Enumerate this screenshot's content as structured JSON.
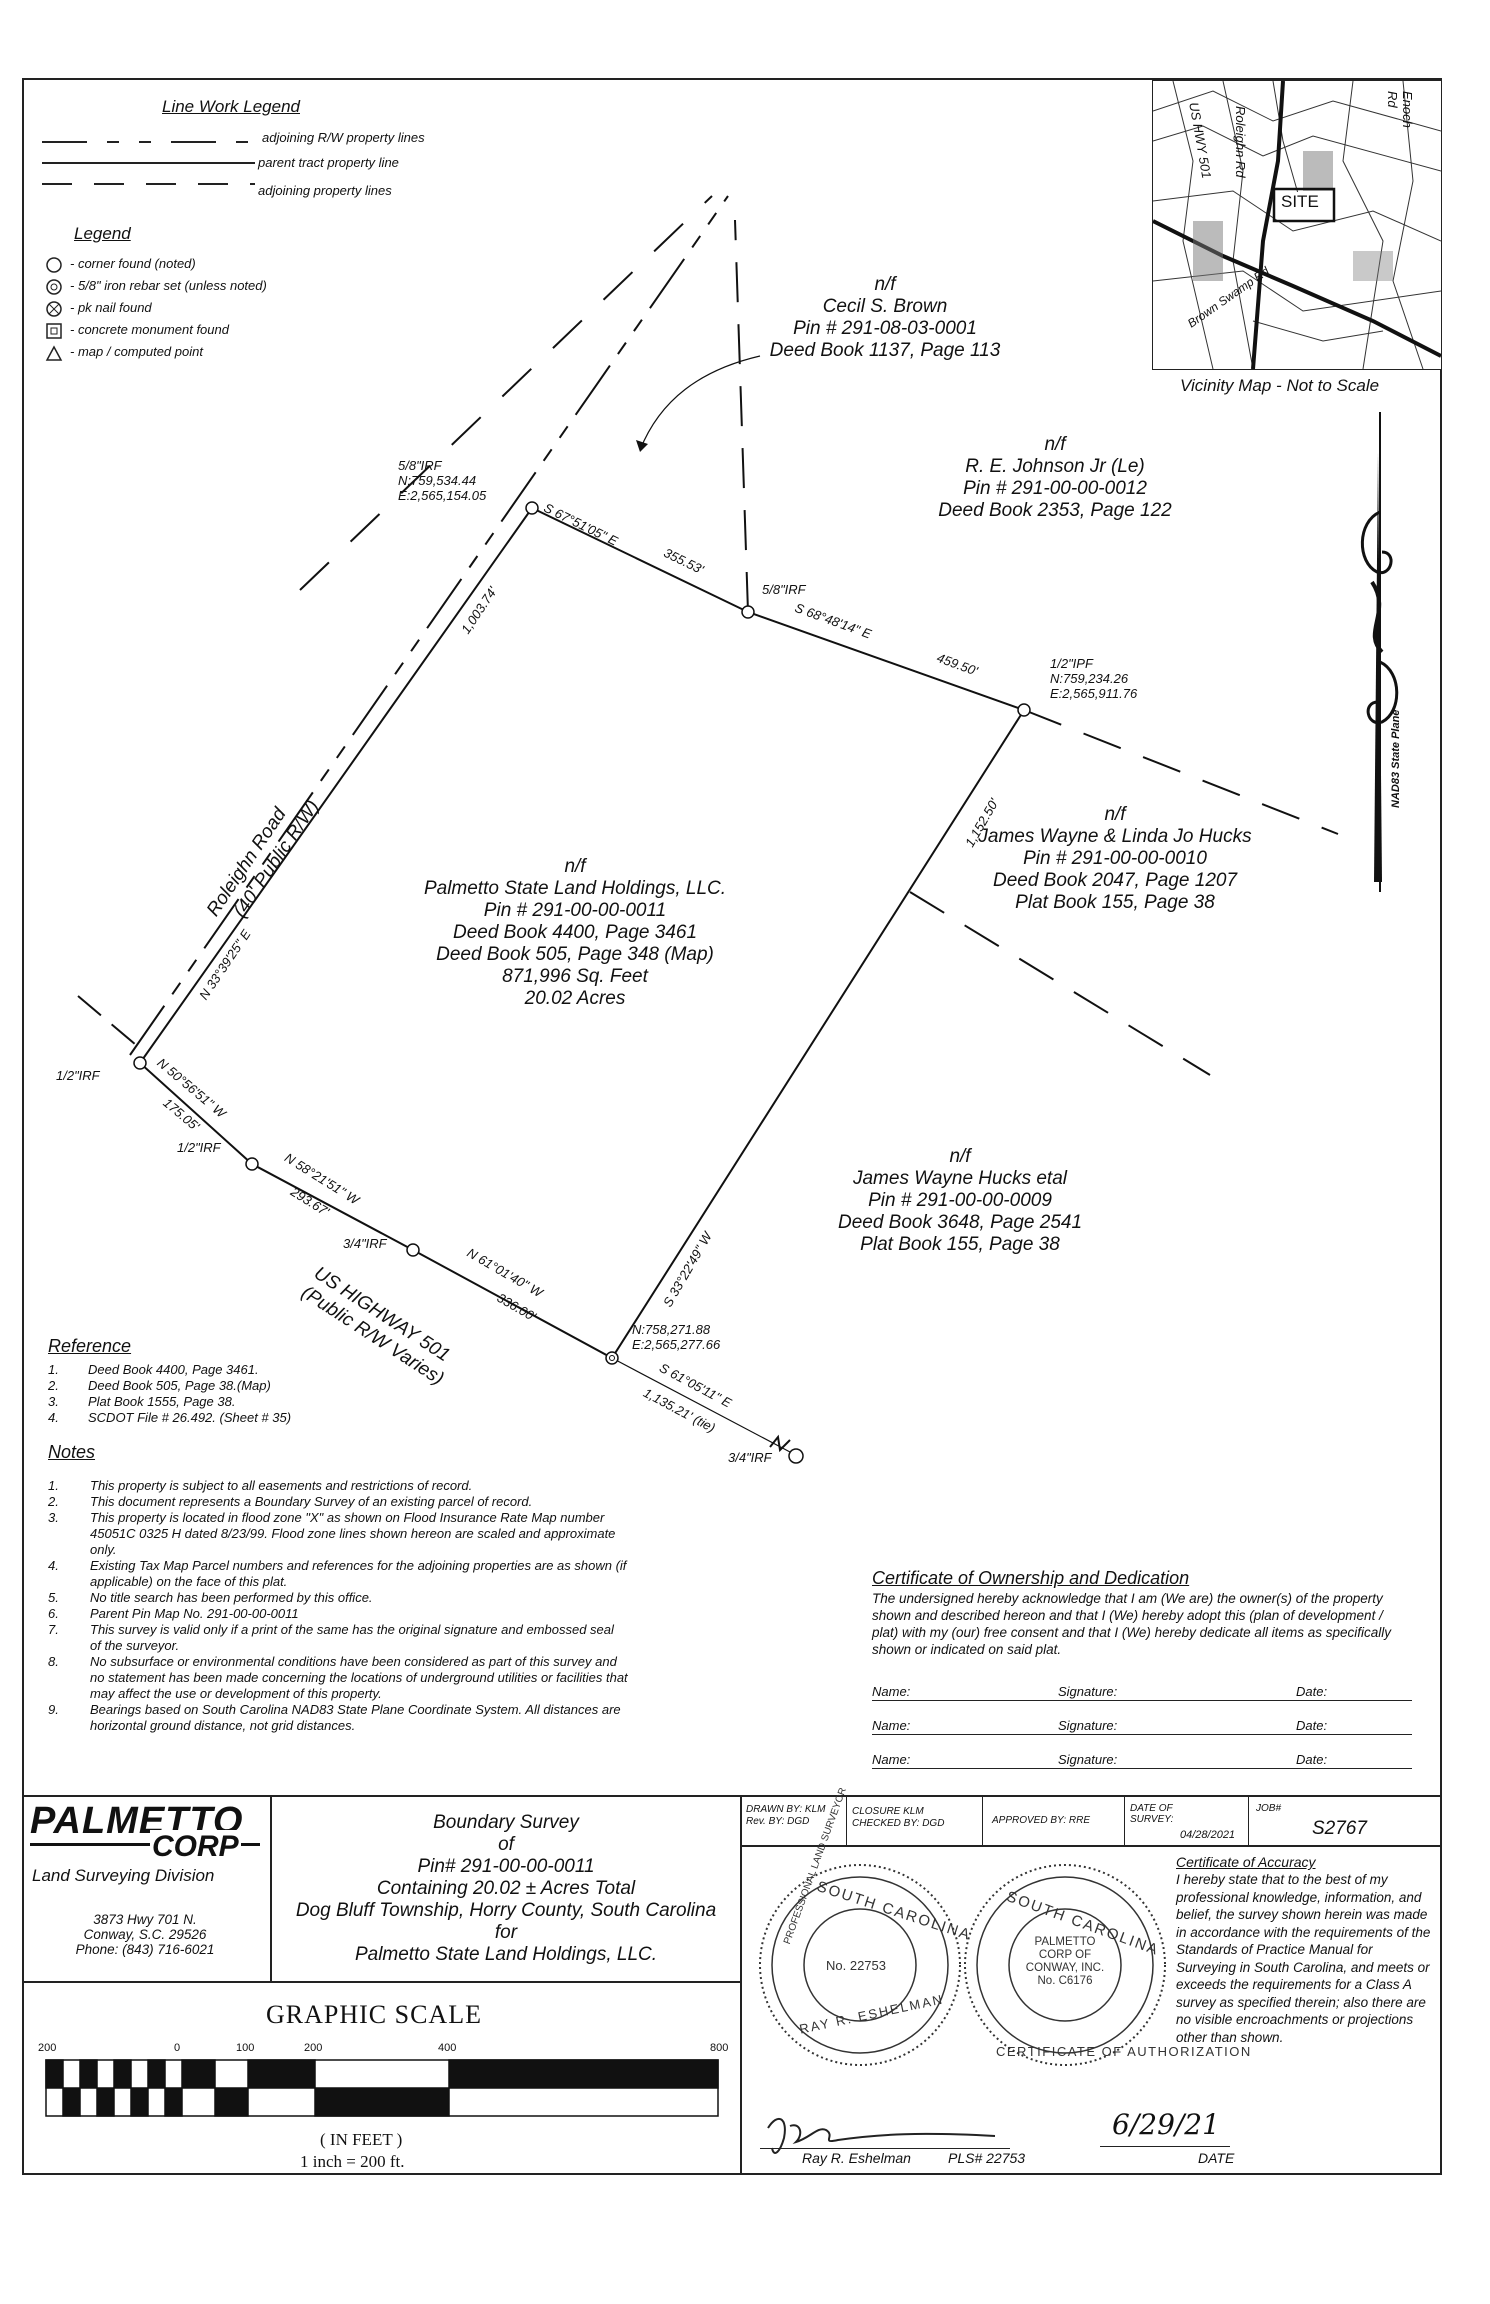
{
  "line_legend": {
    "title": "Line Work Legend",
    "items": [
      "adjoining R/W property lines",
      "parent tract property line",
      "adjoining property lines"
    ]
  },
  "symbol_legend": {
    "title": "Legend",
    "items": [
      "- corner found (noted)",
      "- 5/8\" iron rebar set (unless noted)",
      "- pk nail found",
      "- concrete monument found",
      "- map / computed point"
    ]
  },
  "vicinity_map": {
    "caption": "Vicinity Map - Not to Scale",
    "labels": [
      "Roleighn Rd",
      "Enoch Rd",
      "US HWY 501",
      "SITE",
      "Brown Swamp Rd"
    ]
  },
  "north_arrow": {
    "label": "NAD83 State Plane"
  },
  "owners": {
    "brown": [
      "n/f",
      "Cecil S. Brown",
      "Pin # 291-08-03-0001",
      "Deed Book 1137, Page 113"
    ],
    "johnson": [
      "n/f",
      "R. E. Johnson Jr (Le)",
      "Pin # 291-00-00-0012",
      "Deed Book 2353, Page 122"
    ],
    "hucks": [
      "n/f",
      "James Wayne & Linda Jo Hucks",
      "Pin # 291-00-00-0010",
      "Deed Book 2047, Page 1207",
      "Plat Book 155, Page 38"
    ],
    "subject": [
      "n/f",
      "Palmetto State Land Holdings, LLC.",
      "Pin # 291-00-00-0011",
      "Deed Book 4400, Page 3461",
      "Deed Book 505, Page 348 (Map)",
      "871,996 Sq. Feet",
      "20.02 Acres"
    ],
    "hucks_etal": [
      "n/f",
      "James Wayne Hucks etal",
      "Pin # 291-00-00-0009",
      "Deed Book 3648, Page 2541",
      "Plat Book 155, Page 38"
    ]
  },
  "points": {
    "nw": [
      "5/8\"IRF",
      "N:759,534.44",
      "E:2,565,154.05"
    ],
    "mid": [
      "5/8\"IRF"
    ],
    "ne": [
      "1/2\"IPF",
      "N:759,234.26",
      "E:2,565,911.76"
    ],
    "sw1": [
      "1/2\"IRF"
    ],
    "sw2": [
      "1/2\"IRF"
    ],
    "sw3": [
      "3/4\"IRF"
    ],
    "se": [
      "N:758,271.88",
      "E:2,565,277.66"
    ],
    "end": [
      "3/4\"IRF"
    ]
  },
  "bearings": {
    "b1": "S 67°51'05\" E",
    "d1": "355.53'",
    "b2": "S 68°48'14\" E",
    "d2": "459.50'",
    "d3": "1,152.50'",
    "b4": "S 33°22'49\" W",
    "b5": "N 61°01'40\" W",
    "d5": "336.00'",
    "b6": "N 58°21'51\" W",
    "d6": "293.67'",
    "b7": "N 50°56'51\" W",
    "d7": "175.05'",
    "b8": "N 33°39'25\" E",
    "d8": "1,003.74'",
    "b9": "S 61°05'11\" E",
    "d9": "1,135.21' (tie)"
  },
  "roads": {
    "roleighn": [
      "Roleighn Road",
      "(40' Public R/W)"
    ],
    "highway": [
      "US HIGHWAY 501",
      "(Public R/W Varies)"
    ]
  },
  "reference": {
    "title": "Reference",
    "items": [
      "Deed Book 4400, Page 3461.",
      "Deed Book 505, Page 38.(Map)",
      "Plat Book 1555, Page 38.",
      "SCDOT File # 26.492. (Sheet # 35)"
    ]
  },
  "notes": {
    "title": "Notes",
    "items": [
      "This property is subject to all easements and restrictions of record.",
      "This document represents a Boundary Survey of an existing parcel of record.",
      "This property is located in flood zone \"X\" as shown on Flood Insurance Rate Map number 45051C 0325 H dated 8/23/99. Flood zone lines shown hereon are scaled and approximate only.",
      "Existing Tax Map Parcel numbers and references for the adjoining properties are as shown (if applicable) on the face of this plat.",
      "No title search has been performed by this office.",
      "Parent Pin Map No. 291-00-00-0011",
      "This survey is valid only if a print of the same has the original signature and embossed seal of the surveyor.",
      "No subsurface or environmental conditions have been considered as part of this survey and no statement has been made concerning the locations of underground utilities or facilities that may affect the use or development of this property.",
      "Bearings based on South Carolina NAD83 State Plane Coordinate System. All distances are horizontal ground distance, not grid distances."
    ]
  },
  "certificate": {
    "title": "Certificate of Ownership and Dedication",
    "body": "The undersigned hereby acknowledge that I am (We are) the owner(s) of the property shown and described hereon and that I (We) hereby adopt this (plan of development / plat) with my (our) free consent and that I (We) hereby dedicate all items as specifically shown or indicated on said plat.",
    "name": "Name:",
    "signature": "Signature:",
    "date": "Date:"
  },
  "company": {
    "name_top": "PALMETTO",
    "name_bottom": "CORP",
    "division": "Land Surveying Division",
    "address1": "3873 Hwy 701 N.",
    "address2": "Conway, S.C. 29526",
    "phone": "Phone: (843) 716-6021"
  },
  "title_block": {
    "lines": [
      "Boundary Survey",
      "of",
      "Pin# 291-00-00-0011",
      "Containing 20.02 ± Acres Total",
      "Dog Bluff Township, Horry County, South Carolina",
      "for",
      "Palmetto State Land Holdings, LLC."
    ]
  },
  "info": {
    "drawn": "DRAWN BY: KLM",
    "rev": "Rev. BY: DGD",
    "closure": "CLOSURE KLM",
    "checked": "CHECKED BY: DGD",
    "approved": "APPROVED BY: RRE",
    "date_label": "DATE OF SURVEY:",
    "date": "04/28/2021",
    "job_label": "JOB#",
    "job": "S2767"
  },
  "accuracy": {
    "title": "Certificate of Accuracy",
    "body": "I hereby state that to the best of my professional knowledge, information, and belief, the survey shown herein was made in accordance with the requirements of the Standards of Practice Manual for Surveying in South Carolina, and meets or exceeds the requirements for a Class A survey as specified therein; also there are no visible encroachments or projections other than shown."
  },
  "seal1": {
    "arc_top": "SOUTH CAROLINA",
    "arc_mid": "PROFESSIONAL LAND SURVEYOR",
    "number": "No. 22753",
    "name": "RAY R. ESHELMAN"
  },
  "seal2": {
    "arc_top": "SOUTH CAROLINA",
    "arc_ring": "CERTIFICATE OF AUTHORIZATION",
    "line1": "PALMETTO",
    "line2": "CORP OF",
    "line3": "CONWAY, INC.",
    "line4": "No. C6176"
  },
  "signature": {
    "name": "Ray R. Eshelman",
    "pls": "PLS# 22753",
    "date_hand": "6/29/21",
    "date_label": "DATE"
  },
  "graphic_scale": {
    "title": "GRAPHIC SCALE",
    "ticks": [
      "200",
      "0",
      "100",
      "200",
      "400",
      "800"
    ],
    "unit": "( IN FEET )",
    "ratio": "1 inch = 200 ft."
  }
}
